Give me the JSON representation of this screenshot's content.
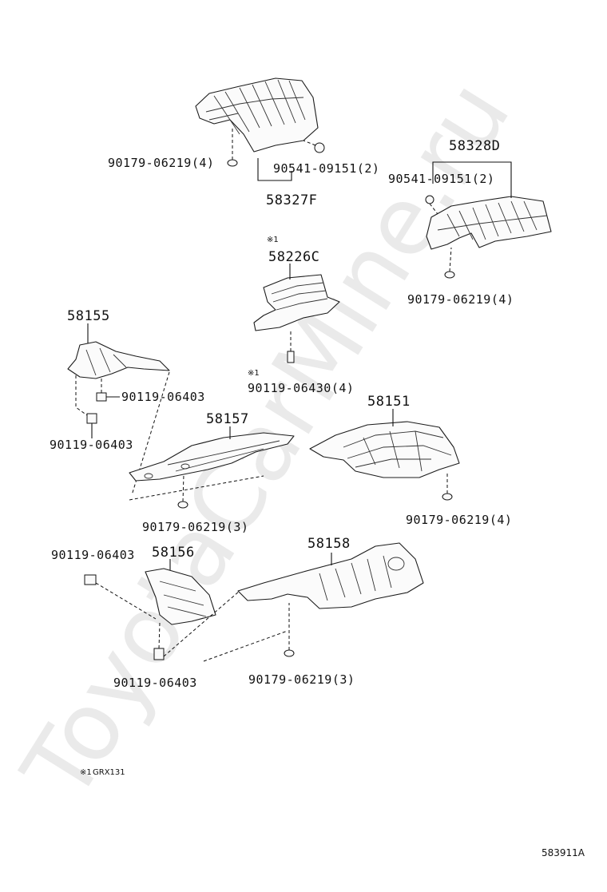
{
  "watermark": "ToyotaCarMine.ru",
  "diagram_id": "583911A",
  "footnote": {
    "mark": "※1",
    "text": "GRX131"
  },
  "parts": {
    "p58327F": "58327F",
    "p58328D": "58328D",
    "p58226C": "58226C",
    "p58155": "58155",
    "p58157": "58157",
    "p58151": "58151",
    "p58156": "58156",
    "p58158": "58158"
  },
  "fasteners": {
    "f_top_clip": "90179-06219(4)",
    "f_top_bolt": "90541-09151(2)",
    "f_right_bolt": "90541-09151(2)",
    "f_right_clip": "90179-06219(4)",
    "f_226_bolt": "90119-06430(4)",
    "f_155_bolt_a": "90119-06403",
    "f_155_bolt_b": "90119-06403",
    "f_157_clip": "90179-06219(3)",
    "f_151_clip": "90179-06219(4)",
    "f_156_bolt_a": "90119-06403",
    "f_156_bolt_b": "90119-06403",
    "f_158_clip": "90179-06219(3)"
  },
  "notes": {
    "mark_226": "※1",
    "mark_226_bolt": "※1"
  }
}
